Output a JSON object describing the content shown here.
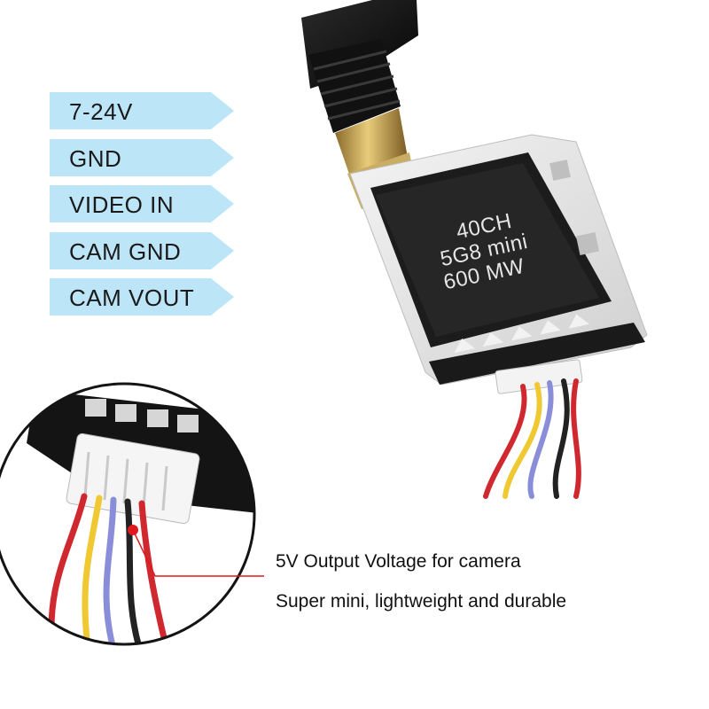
{
  "pin_labels": [
    "7-24V",
    "GND",
    "VIDEO IN",
    "CAM GND",
    "CAM VOUT"
  ],
  "chip_markings": [
    "40CH",
    "5G8 mini",
    "600 MW"
  ],
  "callouts": {
    "line1": "5V Output Voltage for camera",
    "line2": "Super mini, lightweight and durable"
  },
  "colors": {
    "label_fill": "#bde5f8",
    "callout_accent": "#e0191e",
    "pcb": "#141414",
    "wire_red": "#d0282f",
    "wire_yellow": "#f0c832",
    "wire_blue": "#8a8ed8",
    "wire_black": "#222222"
  },
  "icons": [
    "antenna",
    "video-transmitter-board",
    "zoom-inset-circle"
  ]
}
